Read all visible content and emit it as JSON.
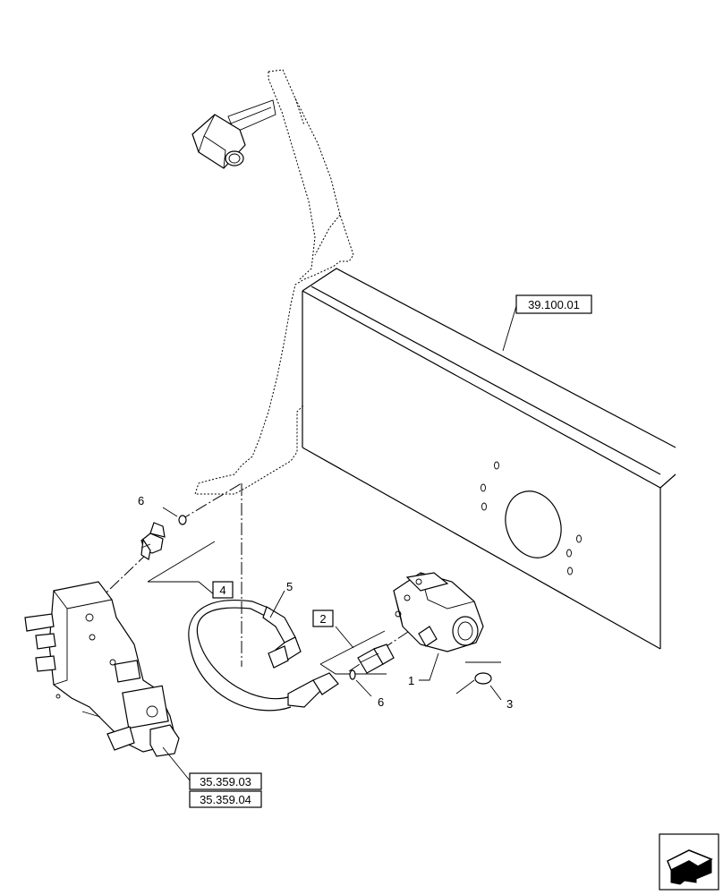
{
  "references": {
    "frame": "39.100.01",
    "valve_1": "35.359.03",
    "valve_2": "35.359.04"
  },
  "callouts": {
    "pump": "1",
    "fitting_kit": "2",
    "o_ring": "3",
    "elbow_kit": "4",
    "hose": "5",
    "seal_top": "6",
    "seal_bottom": "6"
  },
  "nav_icon": "navigation-arrow-icon"
}
